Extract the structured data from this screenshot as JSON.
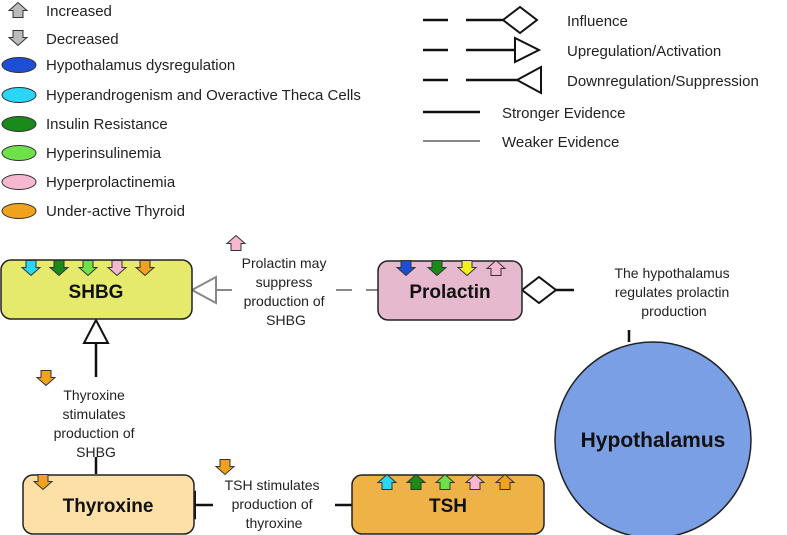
{
  "colors": {
    "hypothalamus_dysregulation": "#1d4fd6",
    "hyperandrogenism": "#29d6f5",
    "insulin_resistance": "#1a8a1a",
    "hyperinsulinemia": "#6ee04a",
    "hyperprolactinemia": "#f5b8d0",
    "thyroid": "#f0a21c",
    "increased_gray": "#bbbbbb",
    "shbg_fill": "#e6ea6c",
    "prolactin_fill": "#e7b9cf",
    "thyroxine_fill": "#fde0a8",
    "tsh_fill": "#efb247",
    "hypothalamus_fill": "#7b9fe4",
    "yellow_arrow": "#f3f01f"
  },
  "legend": {
    "arrows": [
      {
        "icon": "up-arrow-icon",
        "label": "Increased"
      },
      {
        "icon": "down-arrow-icon",
        "label": "Decreased"
      }
    ],
    "conditions": [
      {
        "color_key": "hypothalamus_dysregulation",
        "label": "Hypothalamus dysregulation"
      },
      {
        "color_key": "hyperandrogenism",
        "label": "Hyperandrogenism and Overactive Theca Cells"
      },
      {
        "color_key": "insulin_resistance",
        "label": "Insulin Resistance"
      },
      {
        "color_key": "hyperinsulinemia",
        "label": "Hyperinsulinemia"
      },
      {
        "color_key": "hyperprolactinemia",
        "label": "Hyperprolactinemia"
      },
      {
        "color_key": "thyroid",
        "label": "Under-active Thyroid"
      }
    ],
    "lines": {
      "influence": "Influence",
      "upregulation": "Upregulation/Activation",
      "downregulation": "Downregulation/Suppression",
      "stronger": "Stronger Evidence",
      "weaker": "Weaker Evidence"
    }
  },
  "nodes": {
    "shbg": "SHBG",
    "prolactin": "Prolactin",
    "hypothalamus": "Hypothalamus",
    "thyroxine": "Thyroxine",
    "tsh": "TSH"
  },
  "notes": {
    "prolactin_shbg": [
      "Prolactin may",
      "suppress",
      "production of",
      "SHBG"
    ],
    "hypothalamus_prolactin": [
      "The hypothalamus",
      "regulates prolactin",
      "production"
    ],
    "thyroxine_shbg": [
      "Thyroxine",
      "stimulates",
      "production of",
      "SHBG"
    ],
    "tsh_thyroxine": [
      "TSH stimulates",
      "production of",
      "thyroxine"
    ]
  }
}
